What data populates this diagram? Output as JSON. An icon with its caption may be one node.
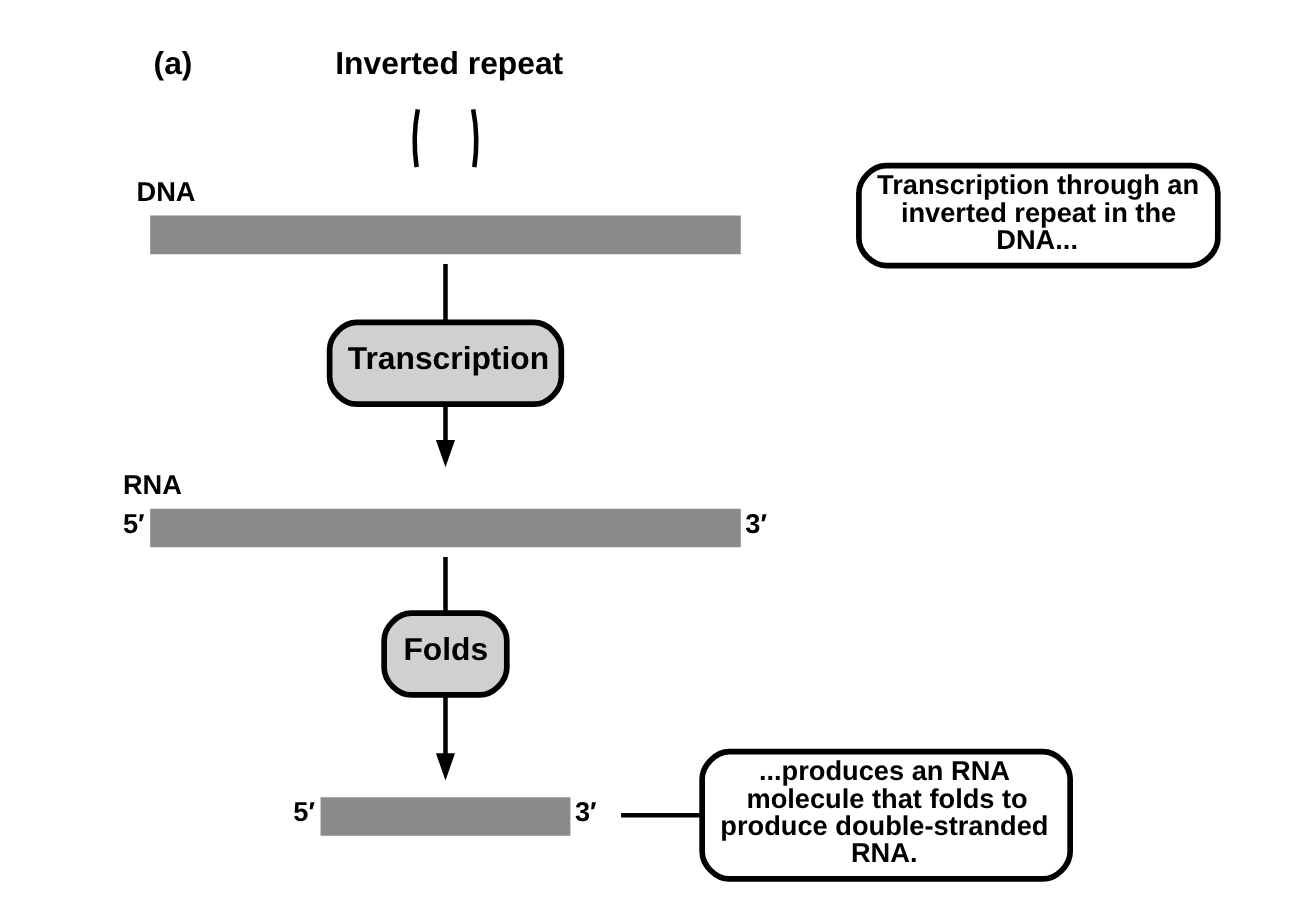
{
  "diagram": {
    "nodes": [
      {
        "text": [
          "Inverted repeat"
        ]
      },
      {
        "text": [
          "DNA"
        ]
      },
      {
        "text": [
          "Transcription"
        ]
      },
      {
        "text": [
          "RNA"
        ],
        "beside": [
          "5′",
          "3′"
        ]
      },
      {
        "text": [
          "Folds"
        ]
      },
      {
        "text": [],
        "shape": "bar",
        "beside": [
          "5′",
          "3′"
        ]
      },
      {
        "text": [
          "Transcription through an inverted repeat in the DNA..."
        ]
      },
      {
        "text": [
          "...produces an RNA molecule that folds to produce double-stranded RNA."
        ]
      }
    ],
    "edges": [
      {
        "from": 0,
        "to": 1,
        "arrow": "none"
      },
      {
        "from": 0,
        "to": 1,
        "arrow": "none"
      },
      {
        "from": 1,
        "to": 2,
        "arrow": "none"
      },
      {
        "from": 2,
        "to": 3,
        "arrow": "to"
      },
      {
        "from": 3,
        "to": 4,
        "arrow": "none"
      },
      {
        "from": 4,
        "to": 5,
        "arrow": "to"
      },
      {
        "from": 7,
        "to": 5,
        "arrow": "none"
      }
    ],
    "labels": [
      "(a)"
    ]
  }
}
